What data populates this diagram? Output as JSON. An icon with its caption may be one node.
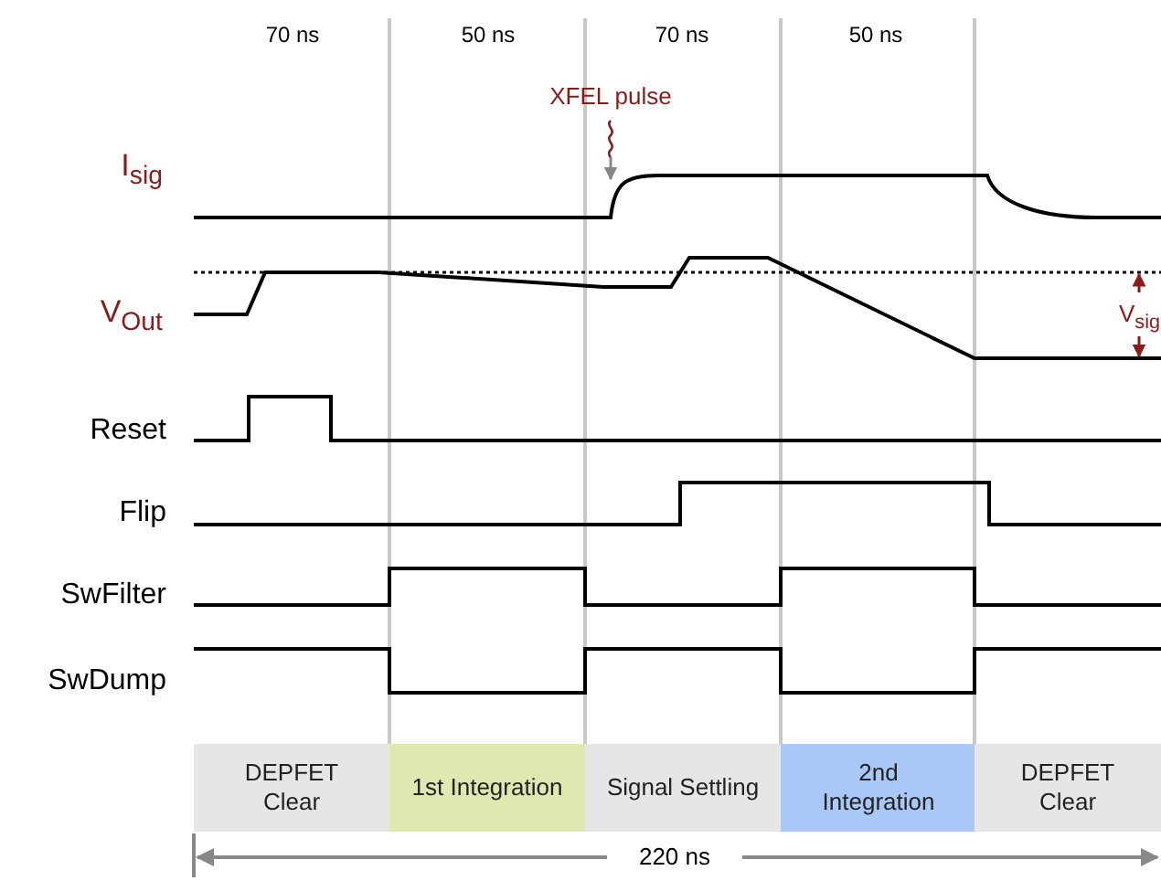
{
  "diagram": {
    "nodes": [
      {
        "text": [
          "DEPFET Clear"
        ]
      },
      {
        "text": [
          "1st Integration"
        ]
      },
      {
        "text": [
          "Signal Settling"
        ]
      },
      {
        "text": [
          "2nd Integration"
        ]
      },
      {
        "text": [
          "DEPFET Clear"
        ]
      }
    ],
    "labels": [
      "70 ns",
      "50 ns",
      "70 ns",
      "50 ns",
      "XFEL pulse",
      "I$_{sig}$",
      "V$_{Out}$",
      "V$_{sig}$",
      "Reset",
      "Flip",
      "SwFilter",
      "SwDump",
      "220 ns"
    ]
  }
}
